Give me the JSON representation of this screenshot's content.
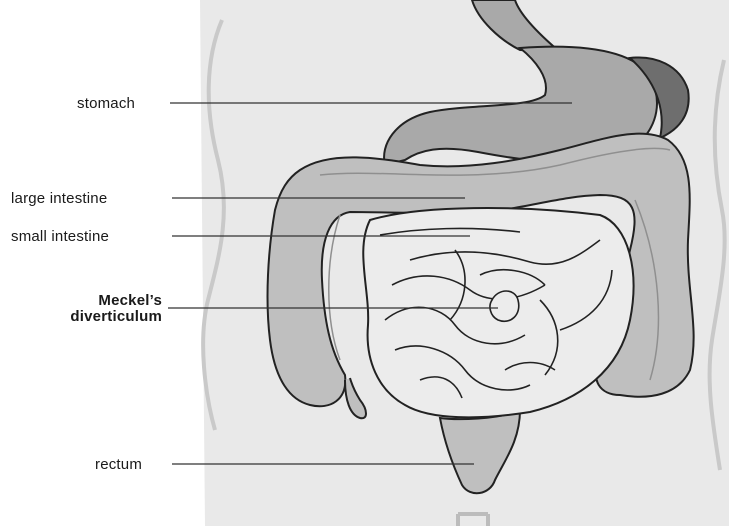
{
  "labels": {
    "stomach": "stomach",
    "large_intestine": "large intestine",
    "small_intestine": "small intestine",
    "meckel_line1": "Meckel’s",
    "meckel_line2": "diverticulum",
    "rectum": "rectum"
  },
  "colors": {
    "body_background": "#e9e9e9",
    "body_outline": "#c9c9c9",
    "stomach": "#a9a9a9",
    "stomach_fundus": "#6e6e6e",
    "large_intestine": "#bfbfbf",
    "small_intestine": "#ececec",
    "outline": "#222222",
    "leader_line": "#333333"
  }
}
